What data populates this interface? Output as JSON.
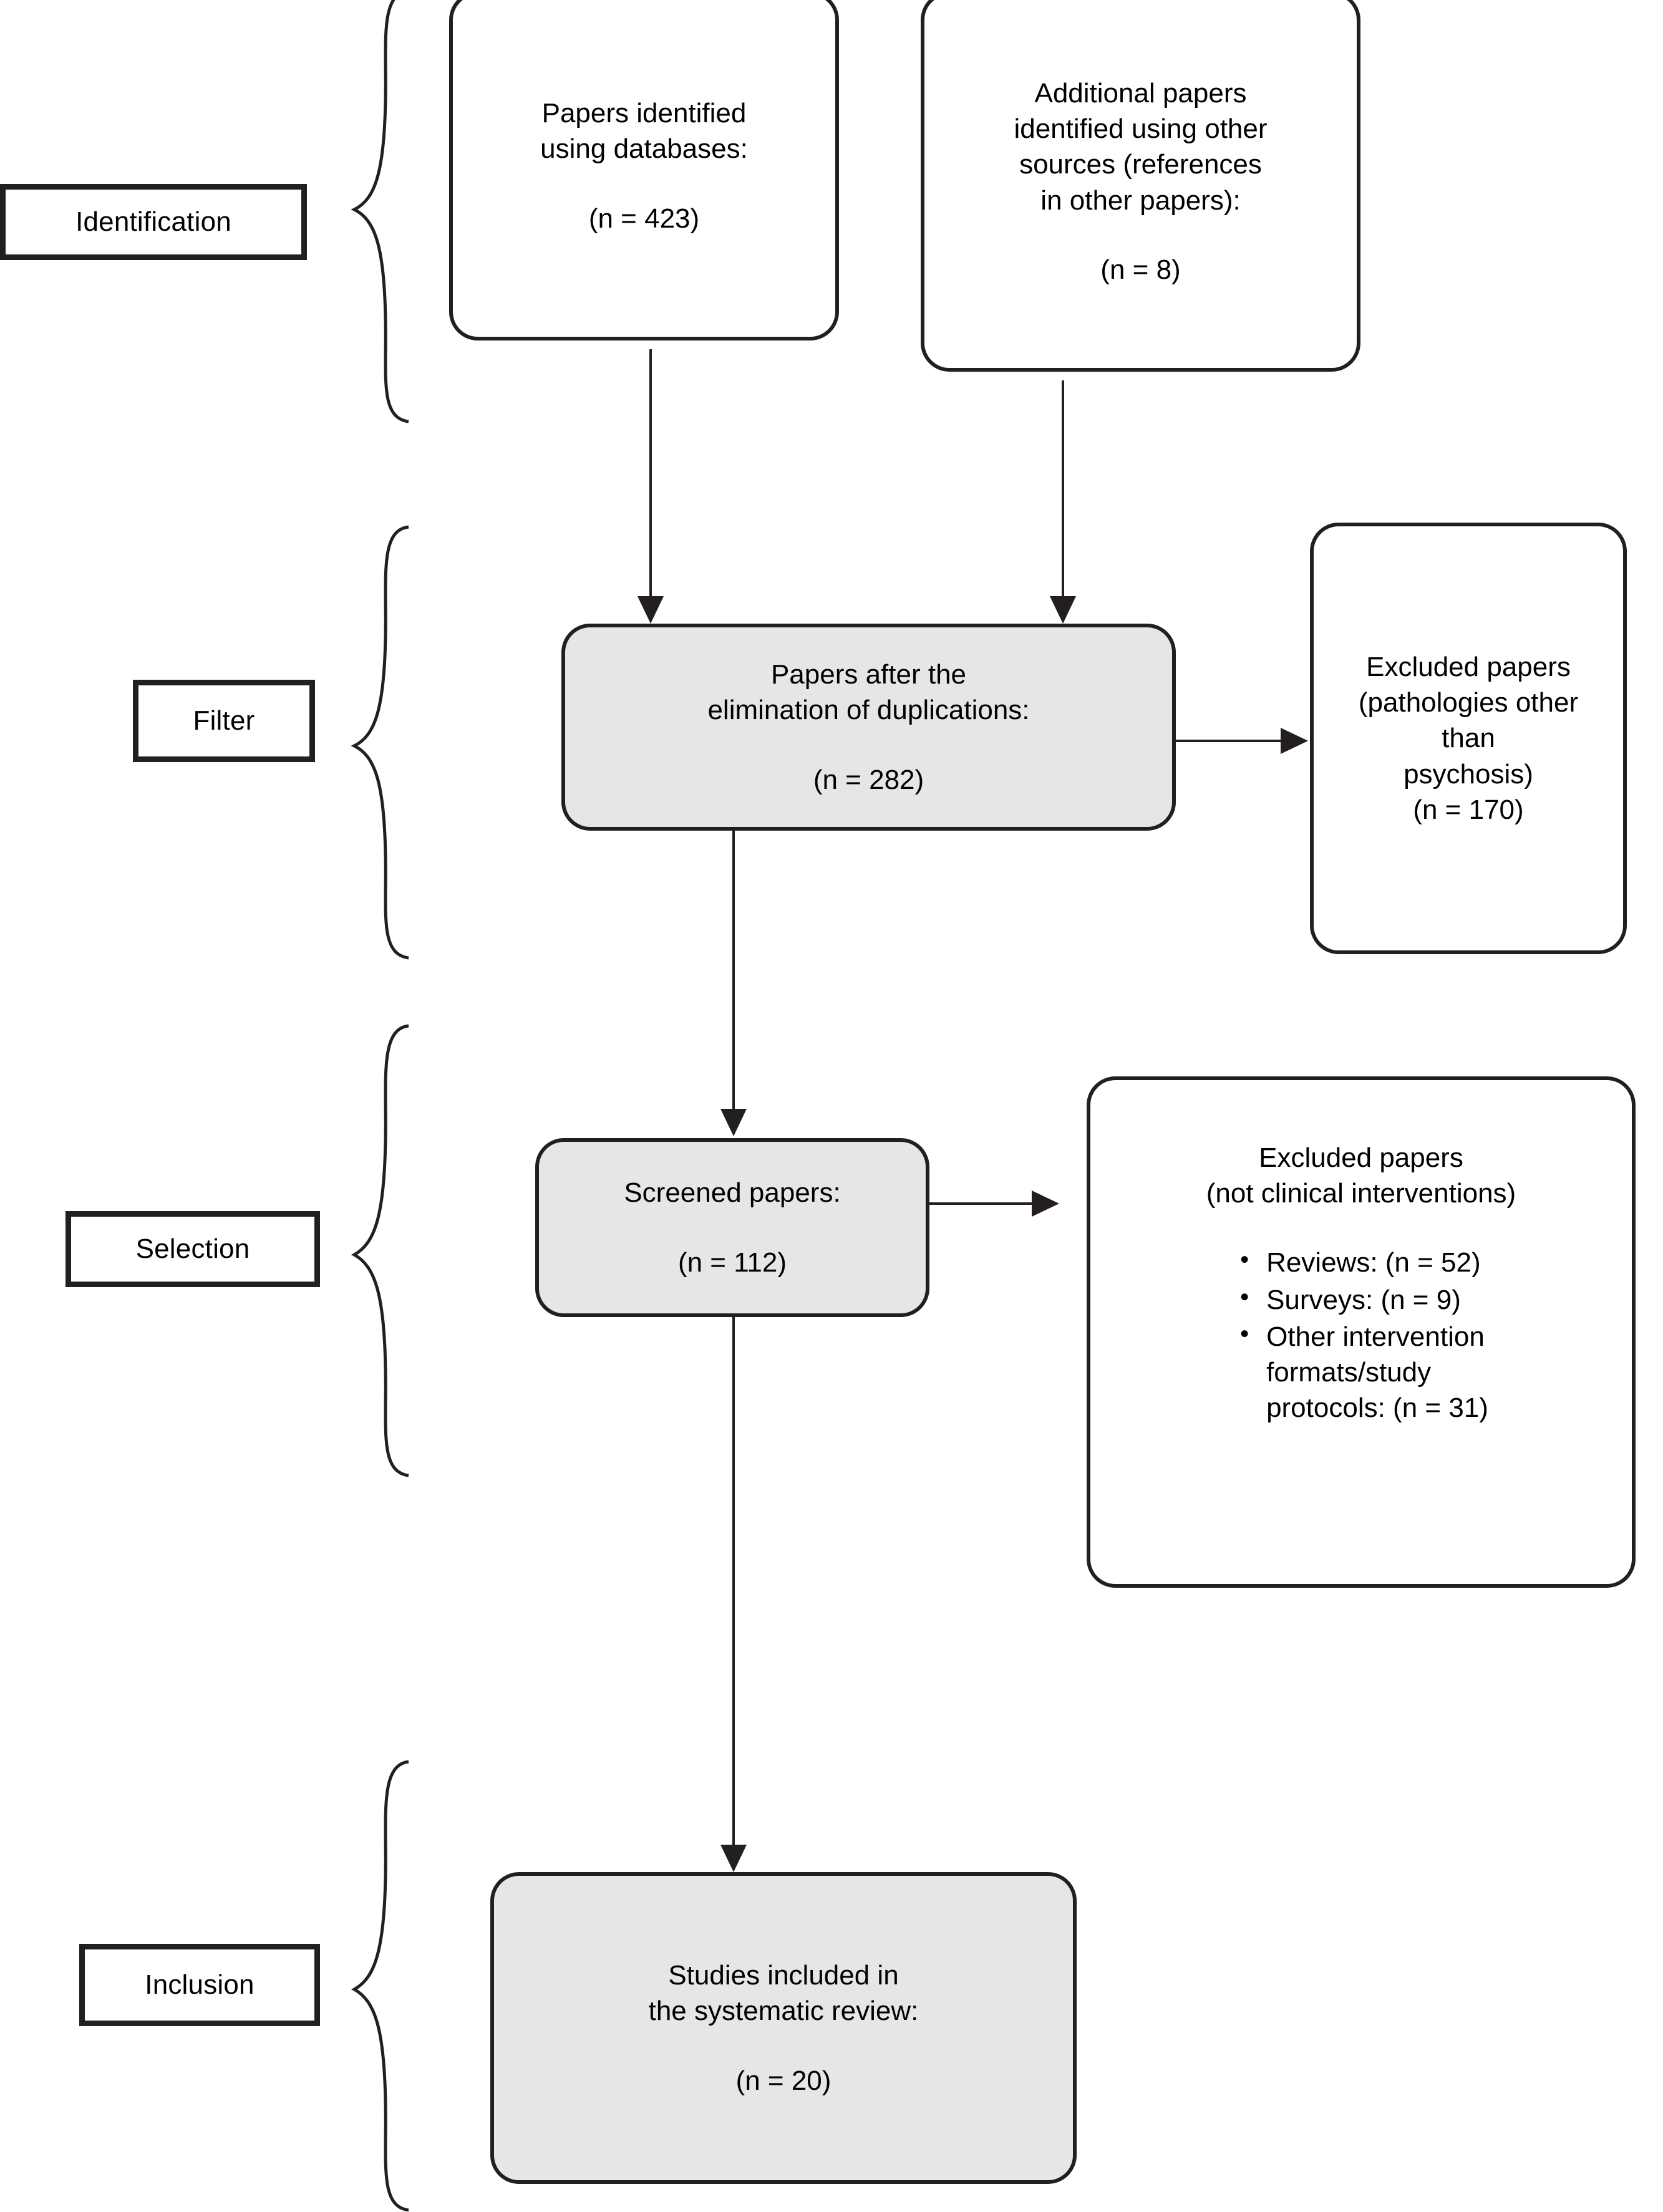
{
  "diagram": {
    "title": "PRISMA study selection flow diagram",
    "colors": {
      "stroke": "#231f20",
      "box_fill_white": "#ffffff",
      "box_fill_grey": "#e4e6e7",
      "background": "#ffffff"
    }
  },
  "stages": [
    {
      "id": "identification",
      "label": "Identification"
    },
    {
      "id": "filter",
      "label": "Filter"
    },
    {
      "id": "selection",
      "label": "Selection"
    },
    {
      "id": "inclusion",
      "label": "Inclusion"
    }
  ],
  "boxes": {
    "databases": {
      "line1": "Papers identified",
      "line2": "using databases:",
      "count": "(n = 423)",
      "n": 423,
      "fill": "white"
    },
    "other_sources": {
      "line1": "Additional papers",
      "line2": "identified using other",
      "line3": "sources (references",
      "line4": "in other papers):",
      "count": "(n = 8)",
      "n": 8,
      "fill": "white"
    },
    "deduplicated": {
      "line1": "Papers after the",
      "line2": "elimination of duplications:",
      "count": "(n = 282)",
      "n": 282,
      "fill": "grey"
    },
    "excluded_pathologies": {
      "line1": "Excluded papers",
      "line2": "(pathologies other",
      "line3": "than",
      "line4": "psychosis)",
      "count": "(n = 170)",
      "n": 170,
      "fill": "white"
    },
    "screened": {
      "line1": "Screened papers:",
      "count": "(n = 112)",
      "n": 112,
      "fill": "grey"
    },
    "excluded_not_clinical": {
      "line1": "Excluded papers",
      "line2": "(not clinical interventions)",
      "fill": "white",
      "bullets": [
        {
          "text": "Reviews: (n = 52)",
          "n": 52
        },
        {
          "text": "Surveys: (n = 9)",
          "n": 9
        },
        {
          "text": "Other intervention",
          "text2": "formats/study",
          "text3": "protocols: (n = 31)",
          "n": 31
        }
      ]
    },
    "included": {
      "line1": "Studies included in",
      "line2": "the systematic review:",
      "count": "(n = 20)",
      "n": 20,
      "fill": "grey"
    }
  },
  "connectors": [
    {
      "id": "databases-to-dedup",
      "type": "arrow-down",
      "from": "databases",
      "to": "deduplicated"
    },
    {
      "id": "othersources-to-dedup",
      "type": "arrow-down",
      "from": "other_sources",
      "to": "deduplicated"
    },
    {
      "id": "dedup-to-excluded-pathology",
      "type": "arrow-right",
      "from": "deduplicated",
      "to": "excluded_pathologies"
    },
    {
      "id": "dedup-to-screened",
      "type": "arrow-down",
      "from": "deduplicated",
      "to": "screened"
    },
    {
      "id": "screened-to-excluded-nonclin",
      "type": "arrow-right",
      "from": "screened",
      "to": "excluded_not_clinical"
    },
    {
      "id": "screened-to-included",
      "type": "arrow-down",
      "from": "screened",
      "to": "included"
    }
  ]
}
